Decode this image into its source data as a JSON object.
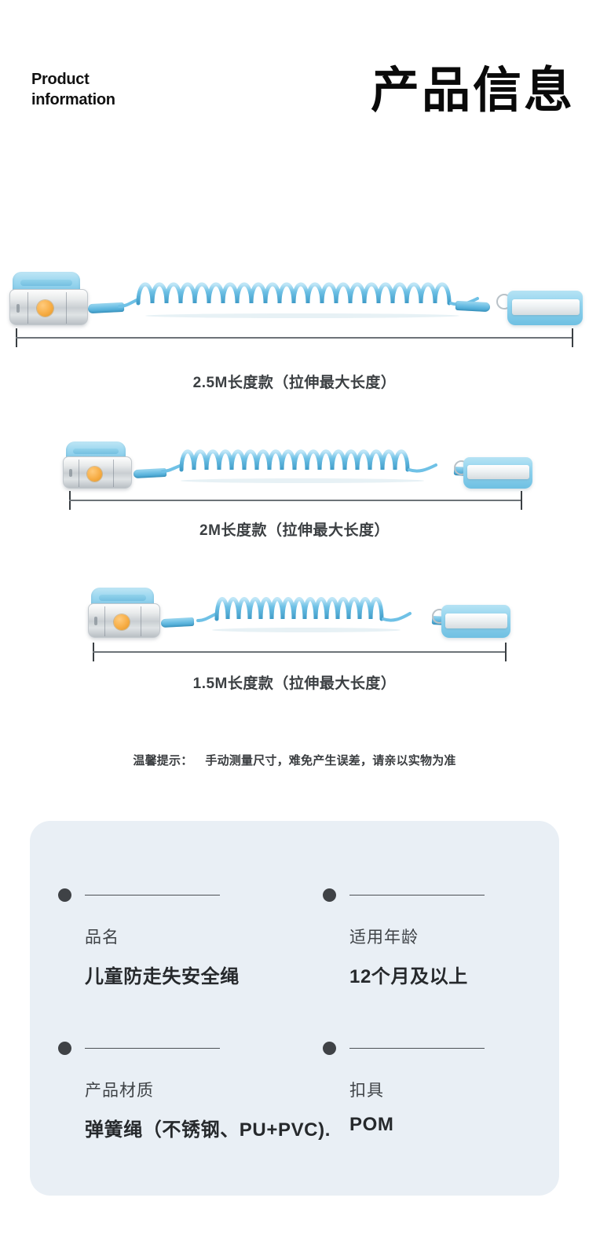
{
  "header": {
    "english_line1": "Product",
    "english_line2": "information",
    "chinese_title": "产品信息"
  },
  "products": [
    {
      "caption": "2.5M长度款（拉伸最大长度）",
      "length_label": "2.5M",
      "icon": "child-anti-lost-wrist-leash"
    },
    {
      "caption": "2M长度款（拉伸最大长度）",
      "length_label": "2M",
      "icon": "child-anti-lost-wrist-leash"
    },
    {
      "caption": "1.5M长度款（拉伸最大长度）",
      "length_label": "1.5M",
      "icon": "child-anti-lost-wrist-leash"
    }
  ],
  "tip": {
    "label": "温馨提示：",
    "text": "手动测量尺寸，难免产生误差，请亲以实物为准"
  },
  "specs": [
    {
      "label": "品名",
      "value": "儿童防走失安全绳"
    },
    {
      "label": "适用年龄",
      "value": "12个月及以上"
    },
    {
      "label": "产品材质",
      "value": "弹簧绳（不锈钢、PU+PVC)."
    },
    {
      "label": "扣具",
      "value": "POM"
    }
  ],
  "colors": {
    "card_background": "#e9eff5",
    "cord_blue": "#6cc0e4",
    "cuff_silver": "#d6dadd",
    "button_orange": "#f5ab3f",
    "text_dark": "#26292c",
    "dimension_line": "#6d7378"
  }
}
